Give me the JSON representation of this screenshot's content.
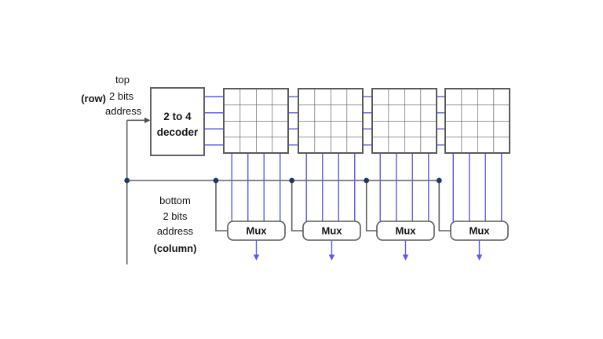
{
  "diagram": {
    "title_implicit": "memory array with row decoder and column muxes",
    "colors": {
      "background": "#ffffff",
      "wire_gray": "#616161",
      "grid_gray": "#5a5a5a",
      "signal_blue": "#5a5af0",
      "junction_dot_navy": "#1f3864",
      "text": "#141414"
    },
    "top_label": {
      "top": "top",
      "row": "(row)",
      "bits": "2 bits",
      "address": "address"
    },
    "decoder": {
      "line1": "2 to 4",
      "line2": "decoder"
    },
    "bottom_label": {
      "bottom": "bottom",
      "bits": "2 bits",
      "address": "address",
      "column": "(column)"
    },
    "arrays": {
      "count": 4,
      "rows_per_array": 4,
      "cols_per_array": 4,
      "word_lines": 4,
      "bit_lines_per_array": 4
    },
    "muxes": [
      {
        "label": "Mux"
      },
      {
        "label": "Mux"
      },
      {
        "label": "Mux"
      },
      {
        "label": "Mux"
      }
    ]
  }
}
